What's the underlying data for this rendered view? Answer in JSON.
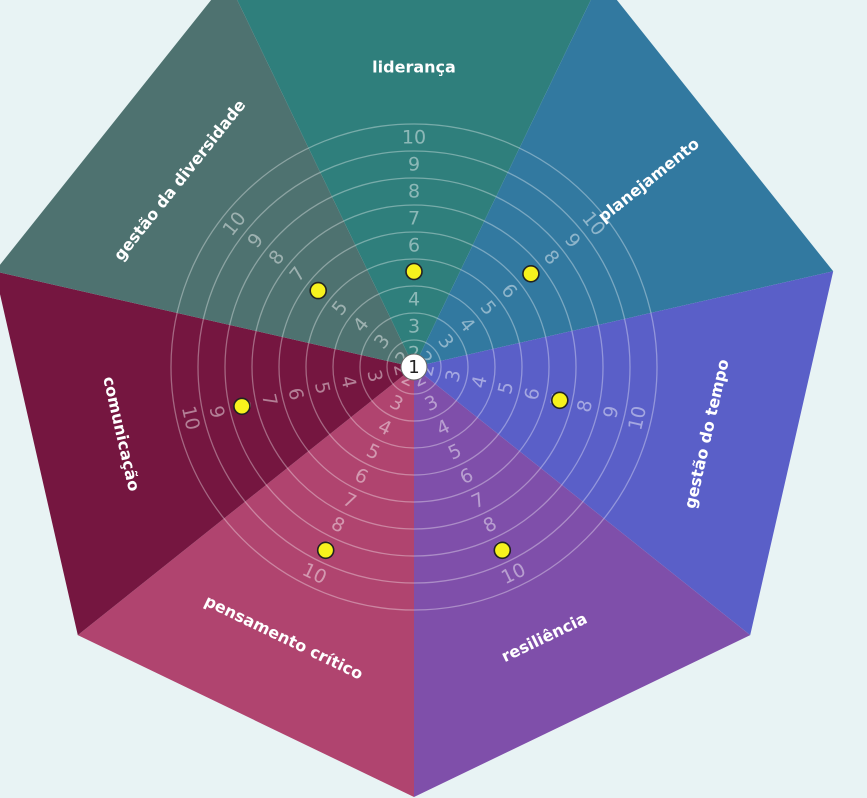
{
  "wheel": {
    "center_label": "1",
    "scale_min": 1,
    "scale_max": 10,
    "segments": [
      {
        "label": "liderança",
        "color": "#2f7f7c",
        "value": 5
      },
      {
        "label": "planejamento",
        "color": "#3279a0",
        "value": 7
      },
      {
        "label": "gestão do tempo",
        "color": "#5a5fc8",
        "value": 7
      },
      {
        "label": "resiliência",
        "color": "#7f4faa",
        "value": 9
      },
      {
        "label": "pensamento crítico",
        "color": "#b0446f",
        "value": 9
      },
      {
        "label": "comunicação",
        "color": "#751640",
        "value": 8
      },
      {
        "label": "gestão da diversidade",
        "color": "#4e7270",
        "value": 6
      }
    ]
  }
}
